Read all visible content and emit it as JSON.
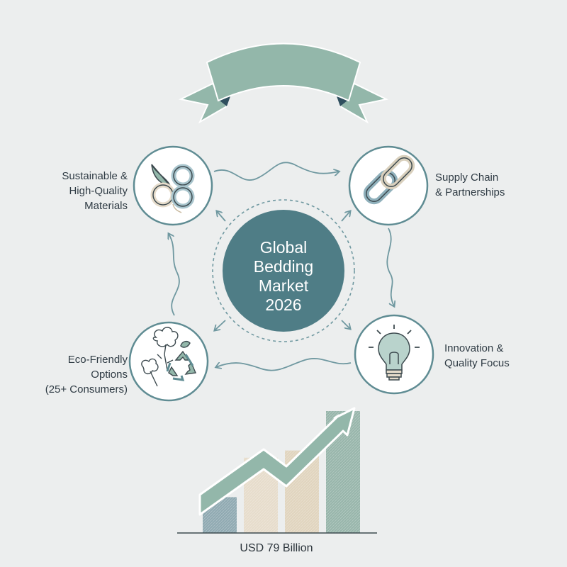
{
  "center": {
    "line1": "Global",
    "line2": "Bedding",
    "line3": "Market",
    "line4": "2026"
  },
  "nodes": {
    "materials": {
      "line1": "Sustainable &",
      "line2": "High-Quality",
      "line3": "Materials",
      "icon": "leaf-chain-icon"
    },
    "supply": {
      "line1": "Supply Chain",
      "line2": "& Partnerships",
      "icon": "chain-link-icon"
    },
    "innovation": {
      "line1": "Innovation &",
      "line2": "Quality Focus",
      "icon": "lightbulb-icon"
    },
    "eco": {
      "line1": "Eco-Friendly",
      "line2": "Options",
      "line3": "(25+ Consumers)",
      "icon": "cotton-recycle-icon"
    }
  },
  "chart": {
    "caption": "USD 79 Billion",
    "bar_values": [
      1,
      2.1,
      2.3,
      3.4
    ],
    "bar_colors": [
      "#8fa9b1",
      "#e6dccb",
      "#e0d4be",
      "#97b5aa"
    ]
  },
  "colors": {
    "teal_dark": "#4f7d86",
    "teal_ribbon": "#93b7aa",
    "ring": "#5f8c93",
    "arrow": "#6f98a0",
    "background": "#eceeee"
  }
}
